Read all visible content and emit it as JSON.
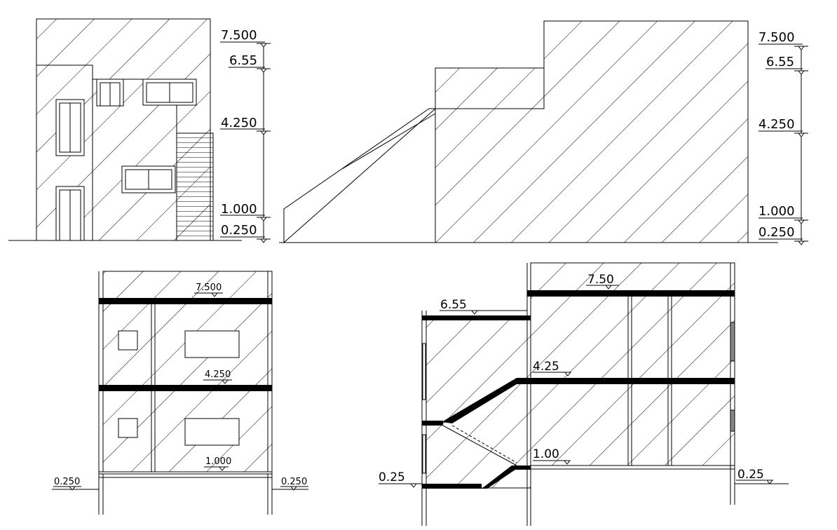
{
  "drawing": {
    "elevation_front": {
      "levels": [
        "7.500",
        "6.55",
        "4.250",
        "1.000",
        "0.250"
      ]
    },
    "elevation_side": {
      "levels": [
        "7.500",
        "6.55",
        "4.250",
        "1.000",
        "0.250"
      ]
    },
    "section_a": {
      "levels": [
        "7.500",
        "4.250",
        "1.000"
      ],
      "ground_left": "0.250",
      "ground_right": "0.250"
    },
    "section_b": {
      "levels": [
        "7.50",
        "6.55",
        "4.25",
        "1.00"
      ],
      "ground_left": "0.25",
      "ground_right": "0.25"
    }
  }
}
